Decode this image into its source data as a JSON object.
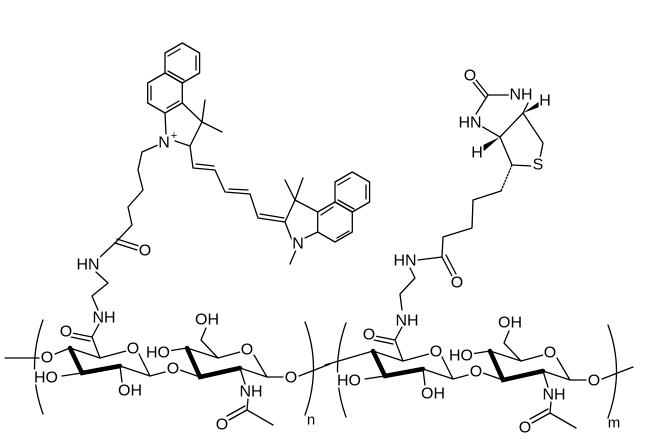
{
  "dye": {
    "indolium_n": "N",
    "charge": "+",
    "indoline_n": "N",
    "amide_o": "O",
    "amide_hn": "HN"
  },
  "biotin": {
    "urea_o": "O",
    "nh": "NH",
    "hn": "HN",
    "h_right": "H",
    "h_left": "H",
    "s": "S",
    "amide_o": "O",
    "amide_hn": "HN"
  },
  "polymer": {
    "terminal_o": "O"
  },
  "units": {
    "n": {
      "carbonyl_o": "O",
      "amide_nh": "NH",
      "ring_o1": "O",
      "ho_c3": "HO",
      "oh_c2": "OH",
      "glyc_o": "O",
      "ho_c4": "HO",
      "oh_c6": "OH",
      "ring_o2": "O",
      "nh_ac": "NH",
      "ac_o": "O",
      "link_o": "O",
      "repeat": "n"
    },
    "m": {
      "carbonyl_o": "O",
      "amide_nh": "NH",
      "ring_o1": "O",
      "ho_c3": "HO",
      "oh_c2": "OH",
      "glyc_o": "O",
      "ho_c4": "HO",
      "oh_c6": "OH",
      "ring_o2": "O",
      "nh_ac": "NH",
      "ac_o": "O",
      "link_o": "O",
      "repeat": "m"
    }
  }
}
